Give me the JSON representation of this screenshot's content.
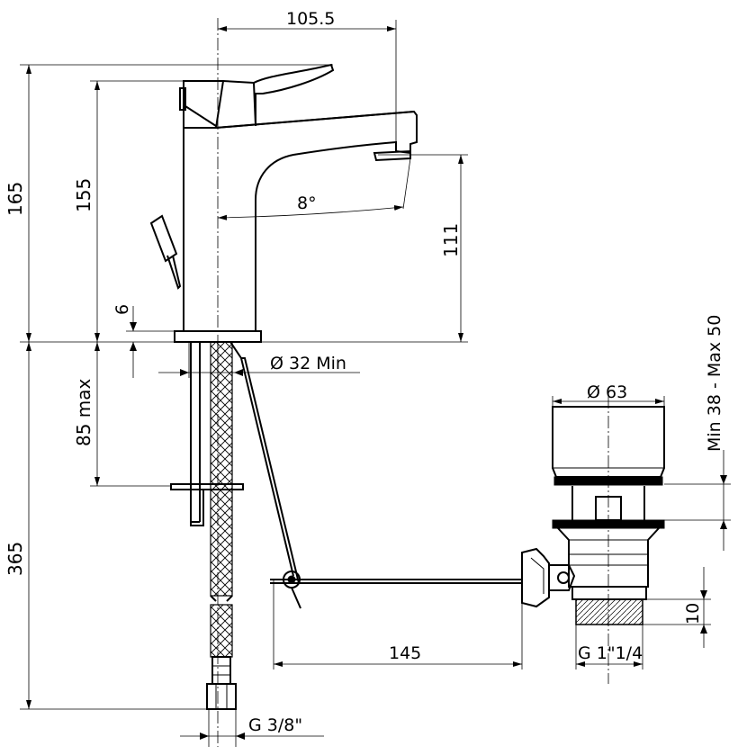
{
  "labels": {
    "width_spout": "105.5",
    "height_total": "165",
    "height_body": "155",
    "height_spout": "111",
    "base_thickness": "6",
    "spout_angle": "8°",
    "hole_min": "Ø 32 Min",
    "deck_thickness": "85 max",
    "hose_length": "365",
    "waste_diameter": "Ø 63",
    "basin_thickness": "Min 38 - Max 50",
    "rod_length": "145",
    "waste_thread_height": "10",
    "waste_thread": "G 1\"1/4",
    "hose_thread": "G 3/8\""
  }
}
